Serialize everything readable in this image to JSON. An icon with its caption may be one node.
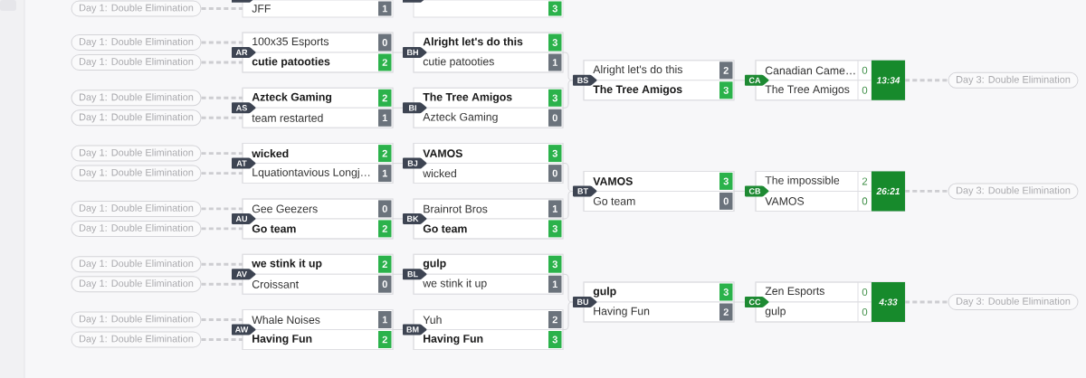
{
  "diagram": {
    "nodes": [
      {
        "text": [
          "Day 1: Double Elimination"
        ]
      },
      {
        "text": [
          "Day 1: Double Elimination"
        ]
      },
      {
        "text": [
          "Day 1: Double Elimination"
        ]
      },
      {
        "text": [
          "Day 1: Double Elimination"
        ]
      },
      {
        "text": [
          "Day 1: Double Elimination"
        ]
      },
      {
        "text": [
          "Day 1: Double Elimination"
        ]
      },
      {
        "text": [
          "Day 1: Double Elimination"
        ]
      },
      {
        "text": [
          "Day 1: Double Elimination"
        ]
      },
      {
        "text": [
          "Day 1: Double Elimination"
        ]
      },
      {
        "text": [
          "Day 1: Double Elimination"
        ]
      },
      {
        "text": [
          "Day 1: Double Elimination"
        ]
      },
      {
        "text": [
          "Day 1: Double Elimination"
        ]
      },
      {
        "text": [
          "Day 1: Double Elimination"
        ]
      },
      {
        "text": [
          "JFF",
          "1"
        ]
      },
      {
        "text": [
          "AR"
        ]
      },
      {
        "text": [
          "100x35 Esports",
          "0"
        ],
        "in": 14
      },
      {
        "text": [
          "cutie patooties",
          "2"
        ],
        "in": 14
      },
      {
        "text": [
          "AS"
        ]
      },
      {
        "text": [
          "Azteck Gaming",
          "2"
        ],
        "in": 17
      },
      {
        "text": [
          "team restarted",
          "1"
        ],
        "in": 17
      },
      {
        "text": [
          "AT"
        ]
      },
      {
        "text": [
          "wicked",
          "2"
        ],
        "in": 20
      },
      {
        "text": [
          "Lquationtavious Longj…",
          "1"
        ],
        "in": 20
      },
      {
        "text": [
          "AU"
        ]
      },
      {
        "text": [
          "Gee Geezers",
          "0"
        ],
        "in": 23
      },
      {
        "text": [
          "Go team",
          "2"
        ],
        "in": 23
      },
      {
        "text": [
          "AV"
        ]
      },
      {
        "text": [
          "we stink it up",
          "2"
        ],
        "in": 26
      },
      {
        "text": [
          "Croissant",
          "0"
        ],
        "in": 26
      },
      {
        "text": [
          "AW"
        ]
      },
      {
        "text": [
          "Whale Noises",
          "1"
        ],
        "in": 29
      },
      {
        "text": [
          "Having Fun",
          "2"
        ],
        "in": 29
      },
      {
        "text": [
          "3"
        ]
      },
      {
        "text": [
          "BH"
        ]
      },
      {
        "text": [
          "Alright let's do this",
          "3"
        ],
        "in": 33
      },
      {
        "text": [
          "cutie patooties",
          "1"
        ],
        "in": 33
      },
      {
        "text": [
          "BI"
        ]
      },
      {
        "text": [
          "The Tree Amigos",
          "3"
        ],
        "in": 36
      },
      {
        "text": [
          "Azteck Gaming",
          "0"
        ],
        "in": 36
      },
      {
        "text": [
          "BJ"
        ]
      },
      {
        "text": [
          "VAMOS",
          "3"
        ],
        "in": 39
      },
      {
        "text": [
          "wicked",
          "0"
        ],
        "in": 39
      },
      {
        "text": [
          "BK"
        ]
      },
      {
        "text": [
          "Brainrot Bros",
          "1"
        ],
        "in": 42
      },
      {
        "text": [
          "Go team",
          "3"
        ],
        "in": 42
      },
      {
        "text": [
          "BL"
        ]
      },
      {
        "text": [
          "gulp",
          "3"
        ],
        "in": 45
      },
      {
        "text": [
          "we stink it up",
          "1"
        ],
        "in": 45
      },
      {
        "text": [
          "BM"
        ]
      },
      {
        "text": [
          "Yuh",
          "2"
        ],
        "in": 48
      },
      {
        "text": [
          "Having Fun",
          "3"
        ],
        "in": 48
      },
      {
        "text": [
          "BS"
        ]
      },
      {
        "text": [
          "Alright let's do this",
          "2"
        ],
        "in": 51
      },
      {
        "text": [
          "The Tree Amigos",
          "3"
        ],
        "in": 51
      },
      {
        "text": [
          "BT"
        ]
      },
      {
        "text": [
          "VAMOS",
          "3"
        ],
        "in": 54
      },
      {
        "text": [
          "Go team",
          "0"
        ],
        "in": 54
      },
      {
        "text": [
          "BU"
        ]
      },
      {
        "text": [
          "gulp",
          "3"
        ],
        "in": 57
      },
      {
        "text": [
          "Having Fun",
          "2"
        ],
        "in": 57
      },
      {
        "text": [
          "CA",
          "13:34"
        ]
      },
      {
        "text": [
          "Canadian Came…",
          "0"
        ],
        "in": 60
      },
      {
        "text": [
          "The Tree Amigos",
          "0"
        ],
        "in": 60
      },
      {
        "text": [
          "CB",
          "26:21"
        ]
      },
      {
        "text": [
          "The impossible",
          "2"
        ],
        "in": 63
      },
      {
        "text": [
          "VAMOS",
          "0"
        ],
        "in": 63
      },
      {
        "text": [
          "CC",
          "4:33"
        ]
      },
      {
        "text": [
          "Zen Esports",
          "0"
        ],
        "in": 66
      },
      {
        "text": [
          "gulp",
          "0"
        ],
        "in": 66
      },
      {
        "text": [
          "Day 3: Double Elimination"
        ]
      },
      {
        "text": [
          "Day 3: Double Elimination"
        ]
      },
      {
        "text": [
          "Day 3: Double Elimination"
        ]
      }
    ],
    "edges": [
      {
        "from": 0,
        "to": 13,
        "arrow": "none",
        "style": "dashed"
      },
      {
        "from": 1,
        "to": 15,
        "arrow": "none",
        "style": "dashed"
      },
      {
        "from": 2,
        "to": 16,
        "arrow": "none",
        "style": "dashed"
      },
      {
        "from": 3,
        "to": 18,
        "arrow": "none",
        "style": "dashed"
      },
      {
        "from": 4,
        "to": 19,
        "arrow": "none",
        "style": "dashed"
      },
      {
        "from": 5,
        "to": 21,
        "arrow": "none",
        "style": "dashed"
      },
      {
        "from": 6,
        "to": 22,
        "arrow": "none",
        "style": "dashed"
      },
      {
        "from": 7,
        "to": 24,
        "arrow": "none",
        "style": "dashed"
      },
      {
        "from": 8,
        "to": 25,
        "arrow": "none",
        "style": "dashed"
      },
      {
        "from": 9,
        "to": 27,
        "arrow": "none",
        "style": "dashed"
      },
      {
        "from": 10,
        "to": 28,
        "arrow": "none",
        "style": "dashed"
      },
      {
        "from": 11,
        "to": 30,
        "arrow": "none",
        "style": "dashed"
      },
      {
        "from": 12,
        "to": 31,
        "arrow": "none",
        "style": "dashed"
      },
      {
        "from": 14,
        "to": 33,
        "arrow": "none"
      },
      {
        "from": 17,
        "to": 36,
        "arrow": "none"
      },
      {
        "from": 20,
        "to": 39,
        "arrow": "none"
      },
      {
        "from": 23,
        "to": 42,
        "arrow": "none"
      },
      {
        "from": 26,
        "to": 45,
        "arrow": "none"
      },
      {
        "from": 29,
        "to": 48,
        "arrow": "none"
      },
      {
        "from": 33,
        "to": 51,
        "arrow": "none"
      },
      {
        "from": 36,
        "to": 51,
        "arrow": "none"
      },
      {
        "from": 39,
        "to": 54,
        "arrow": "none"
      },
      {
        "from": 42,
        "to": 54,
        "arrow": "none"
      },
      {
        "from": 45,
        "to": 57,
        "arrow": "none"
      },
      {
        "from": 48,
        "to": 57,
        "arrow": "none"
      },
      {
        "from": 51,
        "to": 60,
        "arrow": "none"
      },
      {
        "from": 54,
        "to": 63,
        "arrow": "none"
      },
      {
        "from": 57,
        "to": 66,
        "arrow": "none"
      },
      {
        "from": 60,
        "to": 69,
        "arrow": "none",
        "style": "dashed"
      },
      {
        "from": 63,
        "to": 70,
        "arrow": "none",
        "style": "dashed"
      },
      {
        "from": 66,
        "to": 71,
        "arrow": "none",
        "style": "dashed"
      }
    ]
  }
}
